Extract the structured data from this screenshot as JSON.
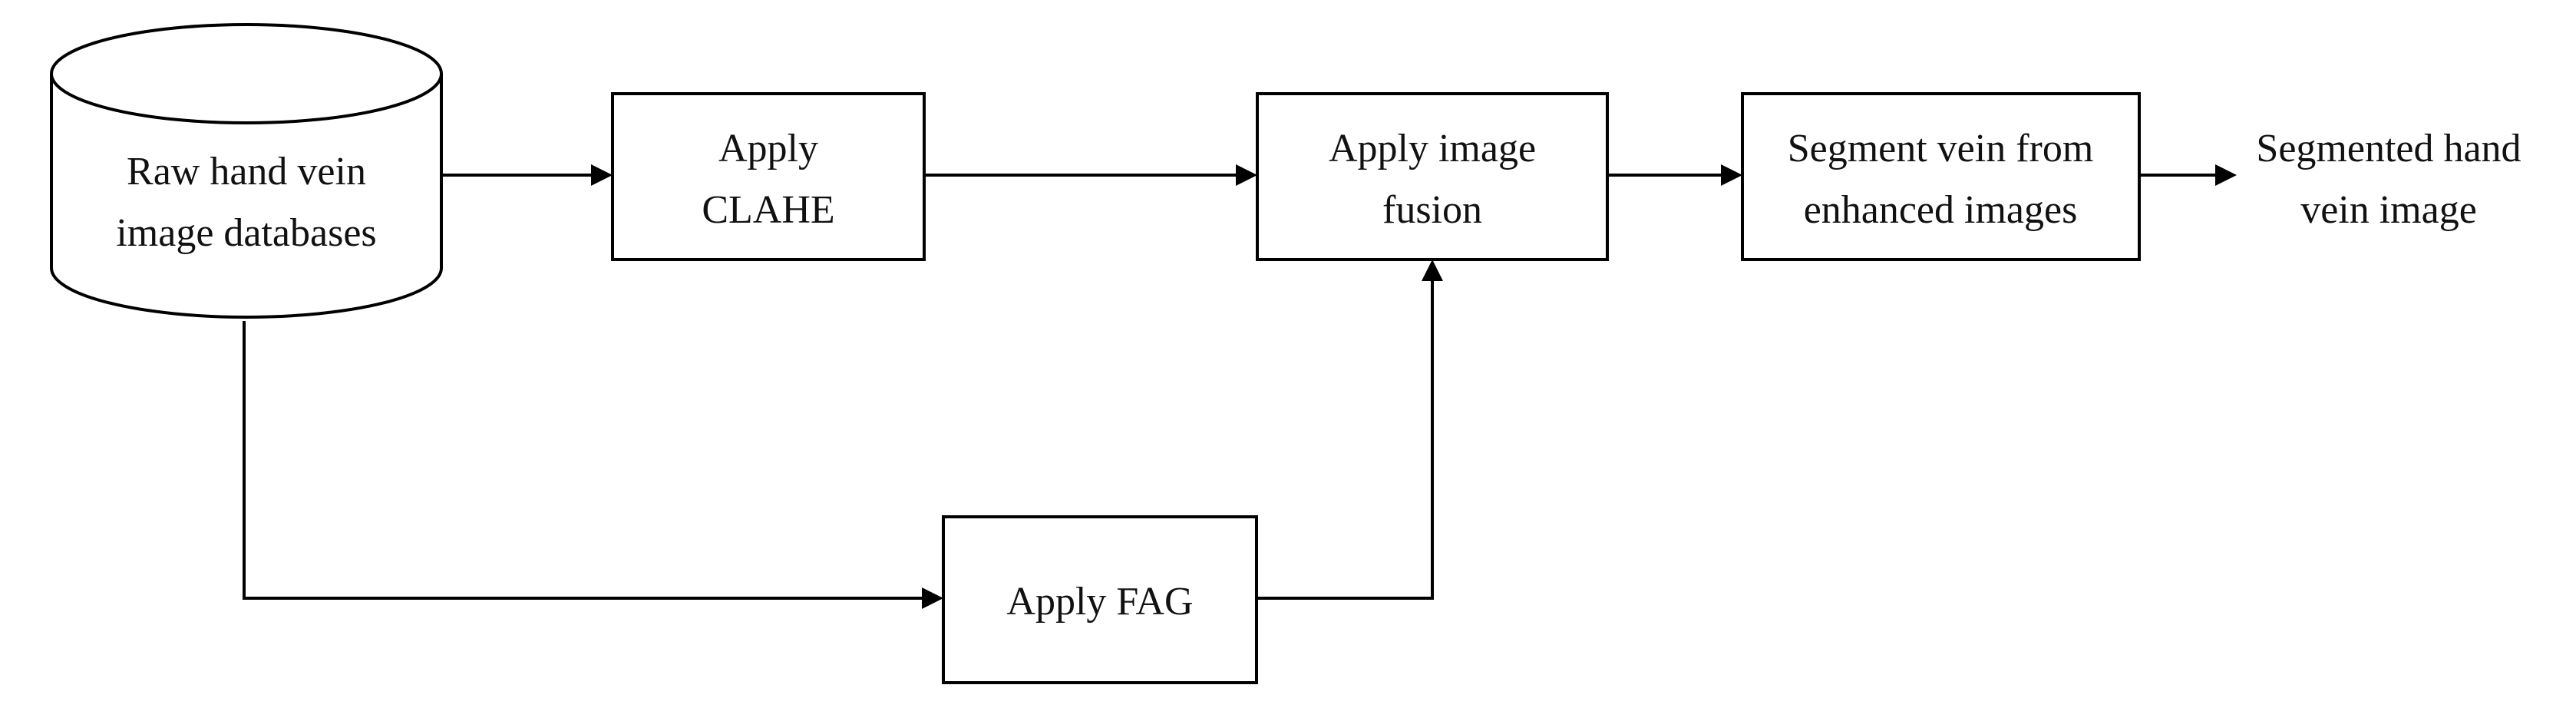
{
  "nodes": {
    "database": {
      "line1": "Raw hand vein",
      "line2": "image databases"
    },
    "clahe": {
      "line1": "Apply",
      "line2": "CLAHE"
    },
    "fag": {
      "line1": "Apply FAG"
    },
    "fusion": {
      "line1": "Apply image",
      "line2": "fusion"
    },
    "segment": {
      "line1": "Segment vein from",
      "line2": "enhanced images"
    },
    "output": {
      "line1": "Segmented hand",
      "line2": "vein image"
    }
  },
  "colors": {
    "stroke": "#000000",
    "fill": "#ffffff",
    "text": "#111111"
  }
}
